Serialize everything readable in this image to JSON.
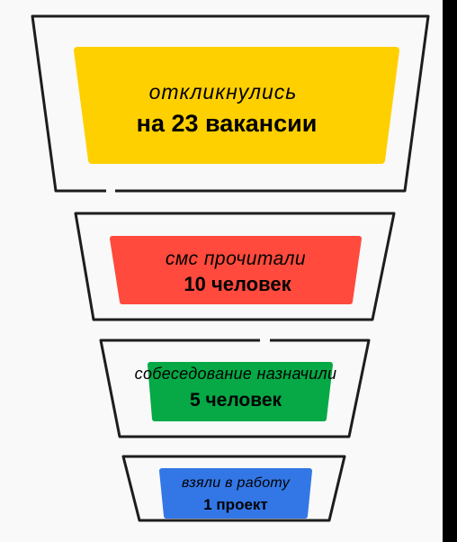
{
  "funnel": {
    "stages": [
      {
        "label": "откликнулись",
        "value": "на 23 вакансии",
        "color": "#ffd000"
      },
      {
        "label": "смс прочитали",
        "value": "10 человек",
        "color": "#ff4a3d"
      },
      {
        "label": "собеседование назначили",
        "value": "5 человек",
        "color": "#06a946"
      },
      {
        "label": "взяли в работу",
        "value": "1 проект",
        "color": "#3377e6"
      }
    ],
    "outline_color": "#1d1d1d"
  }
}
